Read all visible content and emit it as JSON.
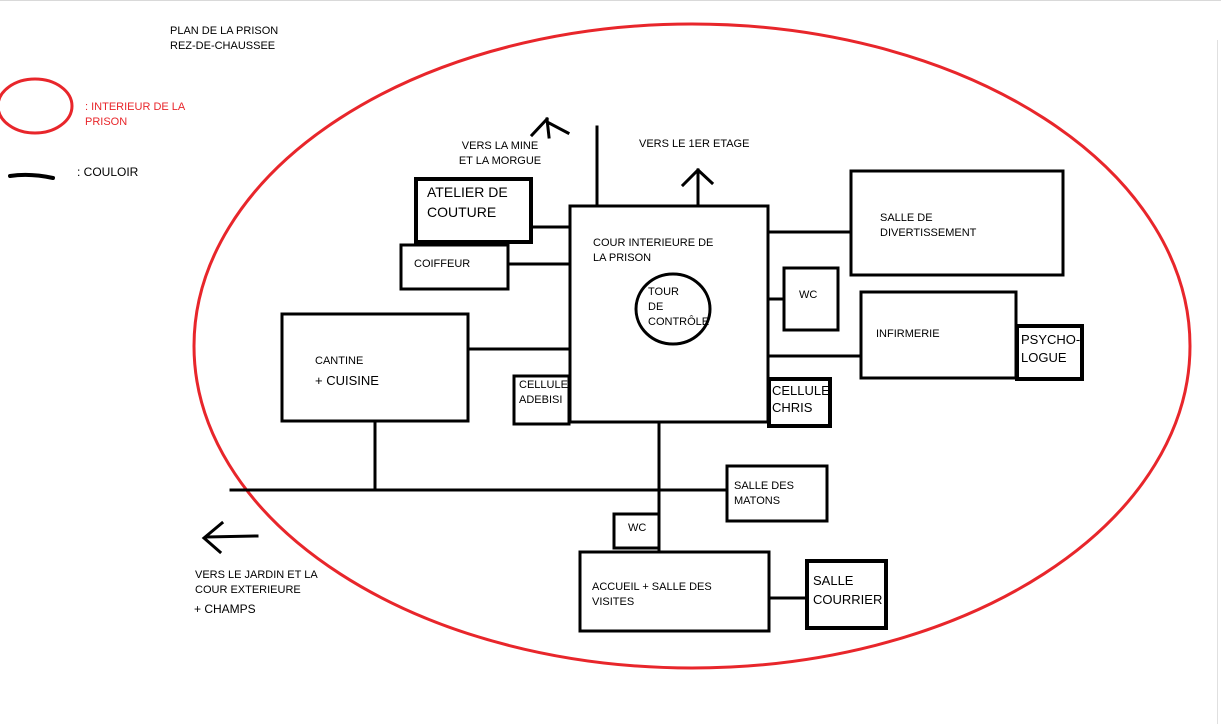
{
  "title": {
    "line1": "PLAN DE LA PRISON",
    "line2": "REZ-DE-CHAUSSEE"
  },
  "legend": {
    "interior": ": INTERIEUR DE LA\nPRISON",
    "corridor": ": COULOIR"
  },
  "directions": {
    "mine": "VERS LA MINE\nET LA MORGUE",
    "first_floor": "VERS LE 1ER ETAGE",
    "garden": "VERS LE JARDIN ET LA\nCOUR EXTERIEURE",
    "fields": "+ CHAMPS"
  },
  "rooms": {
    "atelier": "ATELIER DE\nCOUTURE",
    "coiffeur": "COIFFEUR",
    "cour": "COUR INTERIEURE DE\nLA PRISON",
    "tour": "TOUR\nDE\nCONTRÔLE",
    "divertissement": "SALLE DE\nDIVERTISSEMENT",
    "wc_right": "WC",
    "infirmerie": "INFIRMERIE",
    "psychologue": "PSYCHO-\nLOGUE",
    "cantine": "CANTINE",
    "cuisine": "+ CUISINE",
    "cellule_adebisi": "CELLULE\nADEBISI",
    "cellule_chris": "CELLULE\nCHRIS",
    "matons": "SALLE DES\nMATONS",
    "wc_bottom": "WC",
    "accueil": "ACCUEIL + SALLE DES\nVISITES",
    "courrier": "SALLE\nCOURRIER"
  },
  "colors": {
    "outline": "#e8262b",
    "ink": "#000000"
  }
}
